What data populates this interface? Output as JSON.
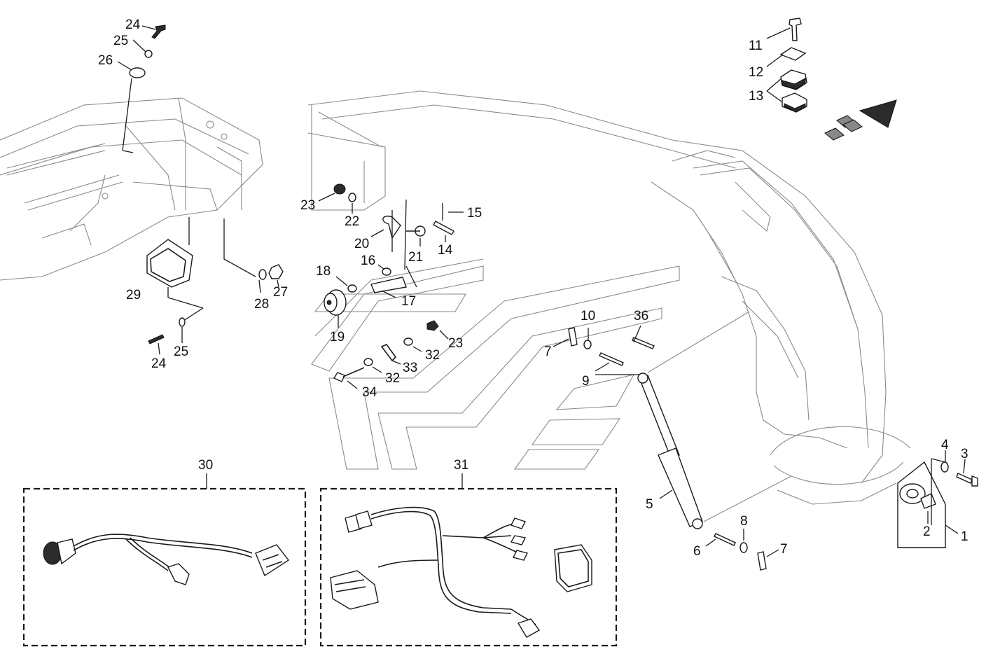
{
  "callouts": {
    "c1": "1",
    "c2": "2",
    "c3": "3",
    "c4": "4",
    "c5": "5",
    "c6": "6",
    "c7a": "7",
    "c7b": "7",
    "c8": "8",
    "c9": "9",
    "c10": "10",
    "c11": "11",
    "c12": "12",
    "c13": "13",
    "c14": "14",
    "c15": "15",
    "c16": "16",
    "c17": "17",
    "c18": "18",
    "c19": "19",
    "c20": "20",
    "c21": "21",
    "c22": "22",
    "c23a": "23",
    "c23b": "23",
    "c24a": "24",
    "c24b": "24",
    "c25a": "25",
    "c25b": "25",
    "c26": "26",
    "c27": "27",
    "c28": "28",
    "c29": "29",
    "c30": "30",
    "c31": "31",
    "c32a": "32",
    "c32b": "32",
    "c33": "33",
    "c34": "34",
    "c36": "36"
  },
  "colors": {
    "line": "#1a1a1a",
    "frame": "#8a8a8a",
    "background": "#ffffff"
  },
  "icons": {
    "direction": "forward-arrow-icon"
  }
}
